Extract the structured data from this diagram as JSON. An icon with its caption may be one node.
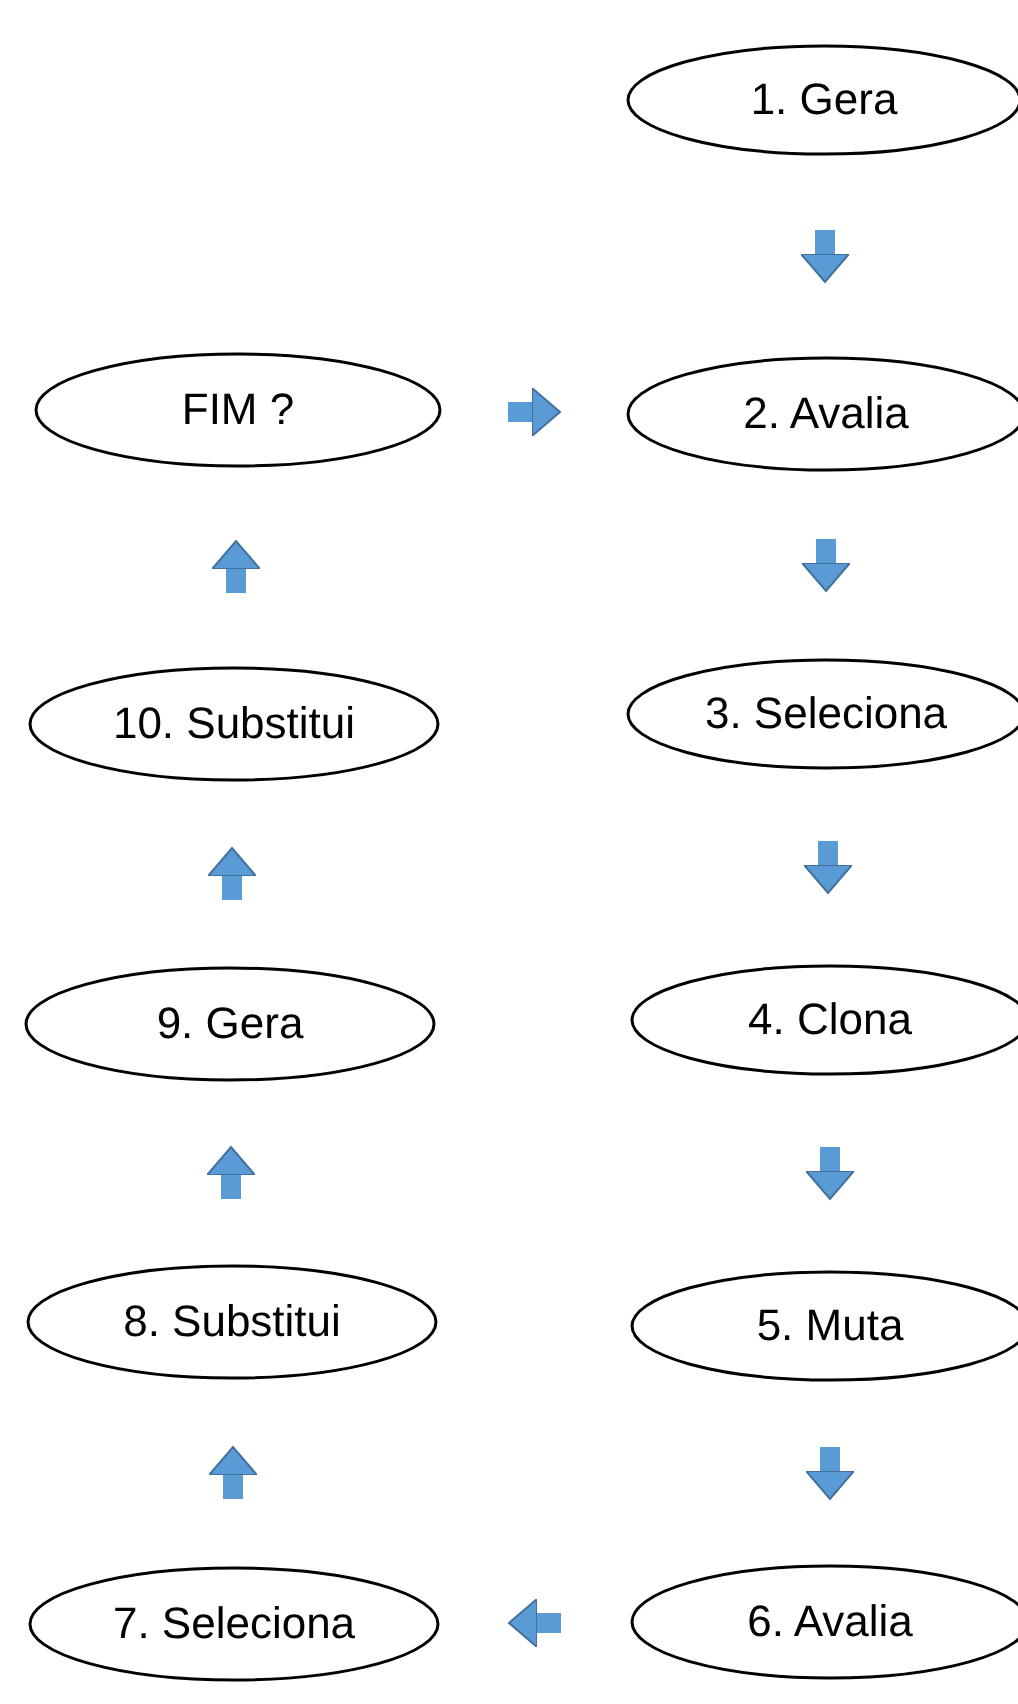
{
  "diagram": {
    "nodes": [
      {
        "text": [
          "1. Gera"
        ]
      },
      {
        "text": [
          "2. Avalia"
        ]
      },
      {
        "text": [
          "3. Seleciona"
        ]
      },
      {
        "text": [
          "4. Clona"
        ]
      },
      {
        "text": [
          "5. Muta"
        ]
      },
      {
        "text": [
          "6. Avalia"
        ]
      },
      {
        "text": [
          "7. Seleciona"
        ]
      },
      {
        "text": [
          "8. Substitui"
        ]
      },
      {
        "text": [
          "9. Gera"
        ]
      },
      {
        "text": [
          "10. Substitui"
        ]
      },
      {
        "text": [
          "FIM ?"
        ]
      }
    ],
    "edges": [
      {
        "from": 0,
        "to": 1,
        "arrow": "to"
      },
      {
        "from": 1,
        "to": 2,
        "arrow": "to"
      },
      {
        "from": 2,
        "to": 3,
        "arrow": "to"
      },
      {
        "from": 3,
        "to": 4,
        "arrow": "to"
      },
      {
        "from": 4,
        "to": 5,
        "arrow": "to"
      },
      {
        "from": 5,
        "to": 6,
        "arrow": "to"
      },
      {
        "from": 6,
        "to": 7,
        "arrow": "to"
      },
      {
        "from": 7,
        "to": 8,
        "arrow": "to"
      },
      {
        "from": 8,
        "to": 9,
        "arrow": "to"
      },
      {
        "from": 9,
        "to": 10,
        "arrow": "to"
      },
      {
        "from": 10,
        "to": 1,
        "arrow": "to"
      }
    ]
  }
}
